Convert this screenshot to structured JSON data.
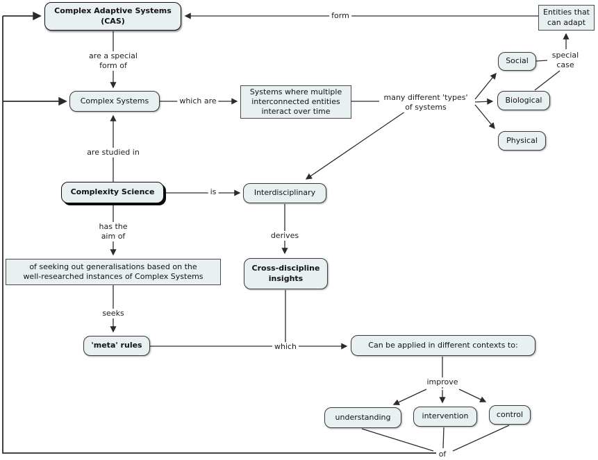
{
  "colors": {
    "background": "#ffffff",
    "node_fill": "#e8f0f1",
    "node_border": "#3a3a3a",
    "line": "#2b2b2b",
    "text": "#111111"
  },
  "nodes": {
    "cas": "Complex Adaptive Systems\n(CAS)",
    "entities": "Entities that\ncan adapt",
    "complex_systems": "Complex Systems",
    "systems_description": "Systems where multiple\ninterconnected entities\ninteract over time",
    "social": "Social",
    "biological": "Biological",
    "physical": "Physical",
    "complexity_science": "Complexity Science",
    "interdisciplinary": "Interdisciplinary",
    "generalisations": "of seeking out generalisations based on the\nwell-researched instances of Complex Systems",
    "cross_discipline_insights": "Cross-discipline\ninsights",
    "meta_rules": "'meta' rules",
    "applied_contexts": "Can be applied in different contexts to:",
    "understanding": "understanding",
    "intervention": "intervention",
    "control": "control"
  },
  "links": {
    "form": "form",
    "are_a_special_form_of": "are a special\nform of",
    "which_are": "which are",
    "many_types": "many different 'types'\nof systems",
    "special_case": "special\ncase",
    "are_studied_in": "are studied in",
    "is": "is",
    "derives": "derives",
    "has_the_aim_of": "has the\naim of",
    "seeks": "seeks",
    "which": "which",
    "improve": "improve",
    "of": "of"
  }
}
